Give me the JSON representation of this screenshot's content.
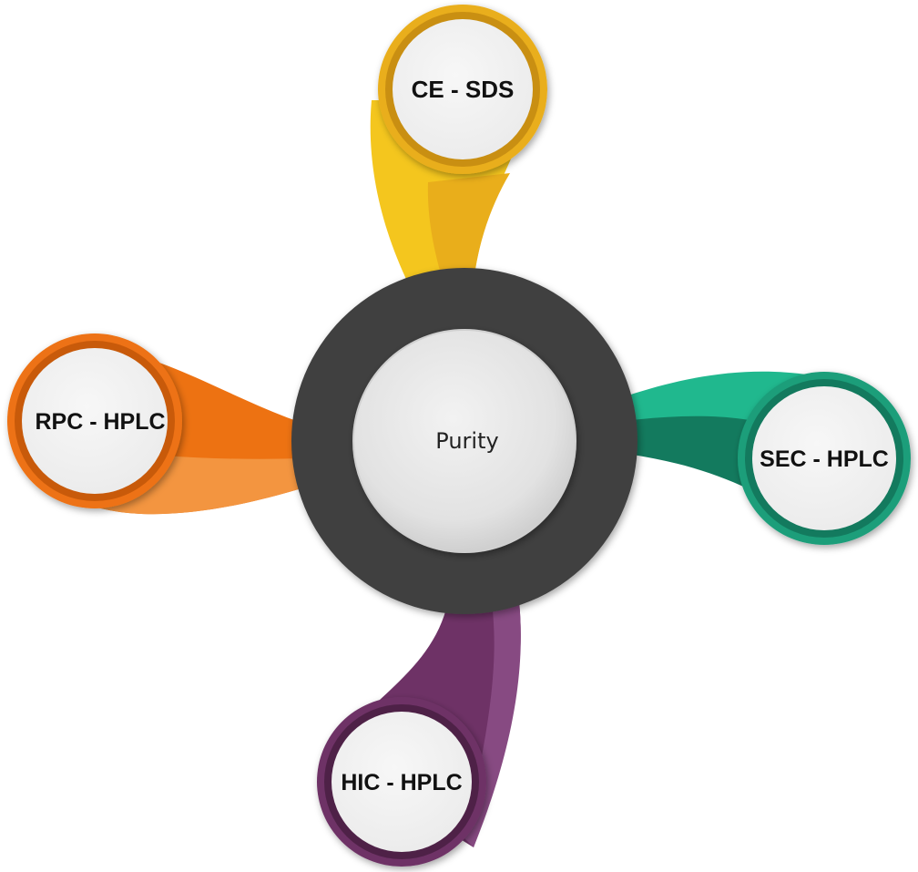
{
  "center": {
    "label": "Purity"
  },
  "methods": [
    {
      "id": "ce-sds",
      "label": "CE - SDS",
      "color": "#E9AE1B",
      "light": "#F4C61E",
      "dark": "#C98F12"
    },
    {
      "id": "sec-hplc",
      "label": "SEC - HPLC",
      "color": "#1A9E7A",
      "light": "#20B88E",
      "dark": "#137A5E"
    },
    {
      "id": "hic-hplc",
      "label": "HIC - HPLC",
      "color": "#6E3266",
      "light": "#874A82",
      "dark": "#4E2147"
    },
    {
      "id": "rpc-hplc",
      "label": "RPC - HPLC",
      "color": "#ED7212",
      "light": "#F39540",
      "dark": "#C85A0A"
    }
  ],
  "colors": {
    "ring": "#404040",
    "hub": "#E6E6E6",
    "node_fill": "#F2F2F2"
  }
}
